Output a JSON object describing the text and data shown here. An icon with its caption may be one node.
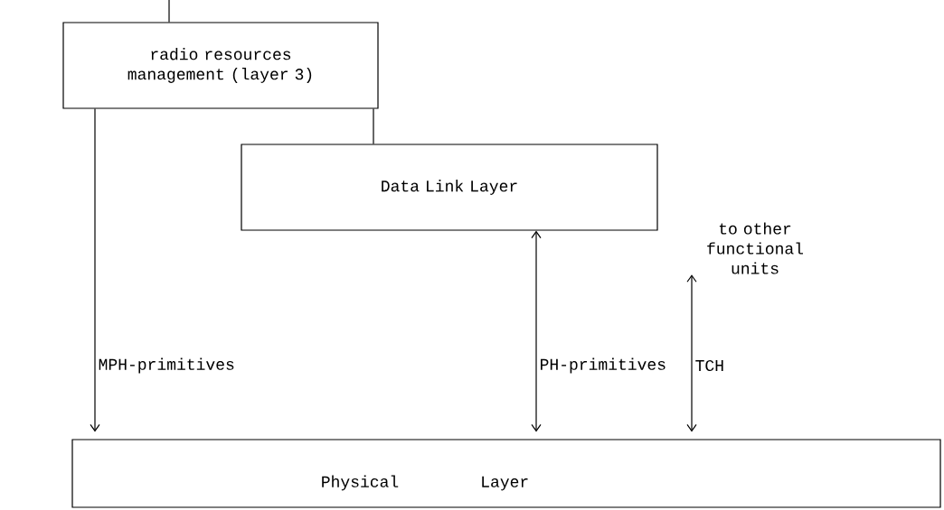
{
  "diagram": {
    "nodes": [
      {
        "text": [
          "radio resources management (layer 3)"
        ]
      },
      {
        "text": [
          "Data Link Layer"
        ]
      },
      {
        "text": [
          "to other functional units"
        ]
      },
      {
        "text": [
          "Physical",
          "Layer"
        ]
      }
    ],
    "edges": [
      {
        "from": null,
        "to": 0,
        "arrow": "none"
      },
      {
        "from": 0,
        "to": 1,
        "arrow": "none"
      },
      {
        "from": 0,
        "to": 3,
        "arrow": "to",
        "label": "MPH-primitives"
      },
      {
        "from": 1,
        "to": 3,
        "arrow": "both",
        "label": "PH-primitives"
      },
      {
        "from": 2,
        "to": 3,
        "arrow": "both",
        "label": "TCH"
      }
    ]
  }
}
